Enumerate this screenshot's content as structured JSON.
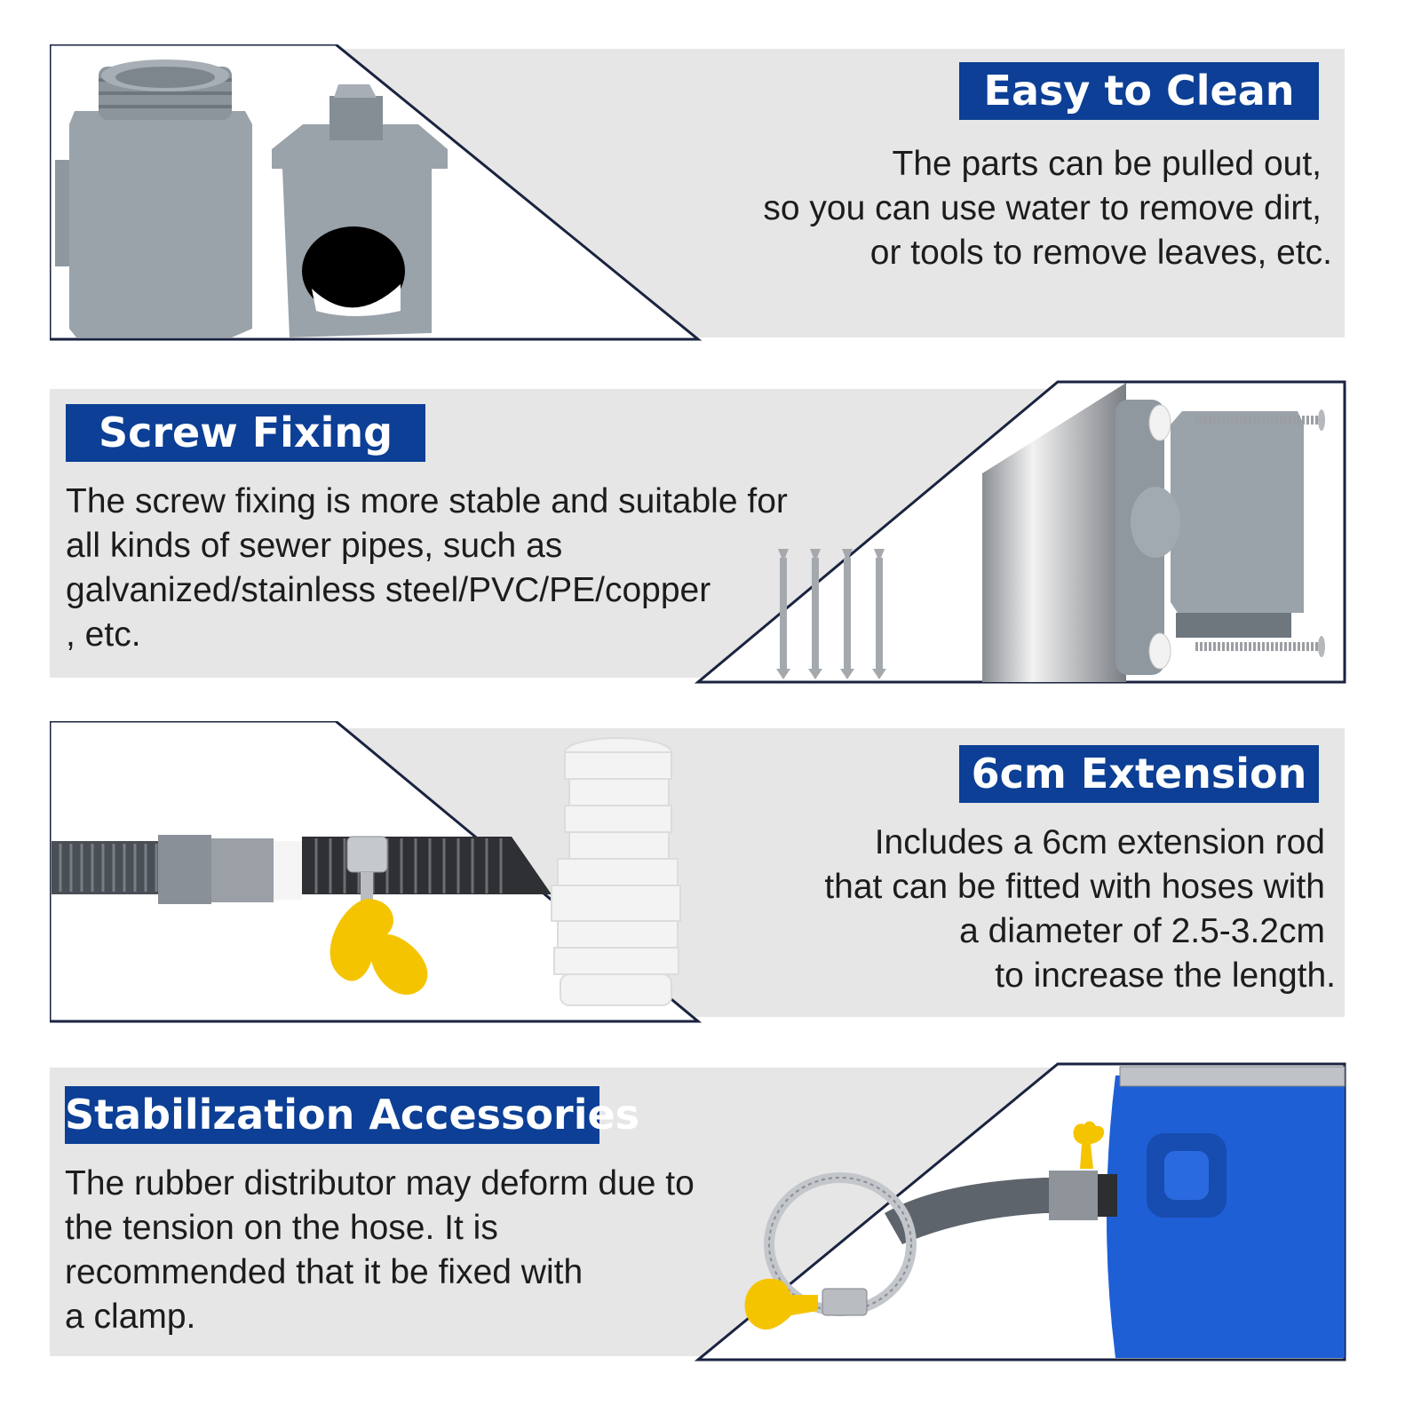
{
  "colors": {
    "badge": "#0c3f95",
    "panel_bg": "#e6e6e6",
    "frame": "#1a2340"
  },
  "features": [
    {
      "title": "Easy to Clean",
      "lines": [
        "The parts can be pulled out,",
        "so you can use water to remove dirt,",
        "or tools to remove leaves, etc."
      ],
      "image": "gray-filter-housing-and-removable-cartridge"
    },
    {
      "title": "Screw Fixing",
      "lines": [
        "The screw fixing is more stable and suitable for",
        "all kinds of sewer pipes, such as",
        "galvanized/stainless steel/PVC/PE/copper",
        ", etc."
      ],
      "image": "collector-screwed-to-downpipe-with-screws"
    },
    {
      "title": "6cm Extension",
      "lines": [
        "Includes a 6cm extension rod",
        "that can be fitted with hoses with",
        "a diameter of 2.5-3.2cm",
        "to increase the length."
      ],
      "image": "hose-with-clamp-and-white-extension-adapter"
    },
    {
      "title": "Stabilization Accessories",
      "lines": [
        "The rubber distributor may deform due to",
        "the tension on the hose. It is",
        "recommended that it be fixed with",
        "a clamp."
      ],
      "image": "blue-rain-barrel-with-hose-and-clamp"
    }
  ]
}
